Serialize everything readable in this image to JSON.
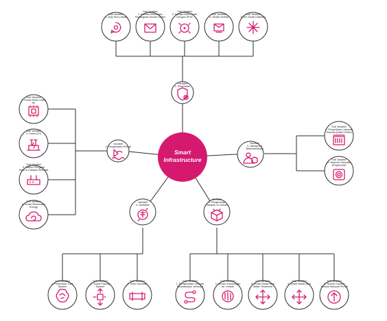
{
  "center": {
    "line1": "Smart",
    "line2": "Infrastructure"
  },
  "colors": {
    "accent": "#d5196e",
    "line": "#2b2b2b"
  },
  "variables": {
    "kesehatan": {
      "line1": "Variabel",
      "line2": "1. Kesehatan",
      "icon": "shield-plus-icon"
    },
    "energi": {
      "line1": "Variabel",
      "line2": "2. Pengelolaan Energi",
      "icon": "hydro-energy-icon"
    },
    "jaringan": {
      "line1": "Variabel",
      "line2": "3. Jaringan &",
      "line3": "Telekomunikasi",
      "icon": "network-user-icon"
    },
    "mobilitas": {
      "line1": "Variabel",
      "line2": "4. Mobilitas",
      "icon": "mobility-cycle-icon"
    },
    "sampah": {
      "line1": "Variabel",
      "line2": "5. Pengelolaan",
      "line3": "Sampah & Limbah",
      "icon": "waste-box-icon"
    }
  },
  "sub": {
    "k1": {
      "line1": "Sub Variabel",
      "line2": "1. Janji Temu Medis",
      "icon": "chat-bubble-icon"
    },
    "k2": {
      "line1": "Sub Variabel",
      "line2": "2. Berkas Kesehatan",
      "line3": "Terintegrasi Secara Online",
      "icon": "mail-icon"
    },
    "k3": {
      "line1": "Sub Variabel",
      "line2": "3. Pompa Infus Pintar",
      "line3": "Dengan RFID",
      "icon": "infusion-pump-icon"
    },
    "k4": {
      "line1": "Sub Variabel",
      "line2": "4. Health Mobile",
      "icon": "mobile-mail-icon"
    },
    "k5": {
      "line1": "Sub Variabel",
      "line2": "5. 5G Smart Diabetes",
      "icon": "sparkle-icon"
    },
    "e1": {
      "line1": "Sub Variabel",
      "line2": "1. Smart Meter Listrik",
      "line3": "Air",
      "icon": "chip-meter-icon"
    },
    "e2": {
      "line1": "Sub Variabel",
      "line2": "2. Panel ATS",
      "icon": "power-panel-icon"
    },
    "e3": {
      "line1": "Sub Variabel",
      "line2": "3. Sistem Pengatur",
      "line3": "Suhu & Cahaya Otomatis",
      "icon": "router-icon"
    },
    "e4": {
      "line1": "Sub Variabel",
      "line2": "4. Smart Renewable",
      "line3": "Energy",
      "icon": "cloud-refresh-icon"
    },
    "j1": {
      "line1": "Sub Variabel",
      "line2": "1. Penyediaan Layanan",
      "line3": "Terpadu (Data Center)",
      "icon": "data-center-icon"
    },
    "j2": {
      "line1": "Sub Variabel",
      "line2": "2. Absensi Otomatis",
      "line3": "(Fingerprint)",
      "icon": "fingerprint-device-icon"
    },
    "m1": {
      "line1": "Sub Variabel",
      "line2": "1. Pneumatic Tube",
      "line3": "System",
      "icon": "brain-network-icon"
    },
    "m2": {
      "line1": "Sub Variabel",
      "line2": "2. Smart Parking",
      "line3": "System",
      "icon": "move-arrows-icon"
    },
    "m3": {
      "line1": "Sub Variabel",
      "line2": "3. Pintu Otomatis",
      "icon": "pipe-door-icon"
    },
    "s1": {
      "line1": "Sub Variabel",
      "line2": "1. Pengelolaan Sampah",
      "line3": "Berwawasan Jenisnya",
      "icon": "flow-path-icon"
    },
    "s2": {
      "line1": "Sub Variabel",
      "line2": "2. Sensor Kandungan",
      "line3": "Air Limbah",
      "icon": "circuit-chip-icon"
    },
    "s3": {
      "line1": "Sub Variabel",
      "line2": "3. Smart Waste Bins",
      "line3": "Water Treatment",
      "icon": "expand-arrows-icon"
    },
    "s4": {
      "line1": "Sub Variabel",
      "line2": "4. Smart Waste Bins",
      "icon": "expand-arrows-icon"
    },
    "s5": {
      "line1": "Sub Variabel",
      "line2": "5. Sensor Kondisi",
      "line3": "Tempat Sampah Penuh",
      "icon": "arrow-up-circle-icon"
    }
  }
}
